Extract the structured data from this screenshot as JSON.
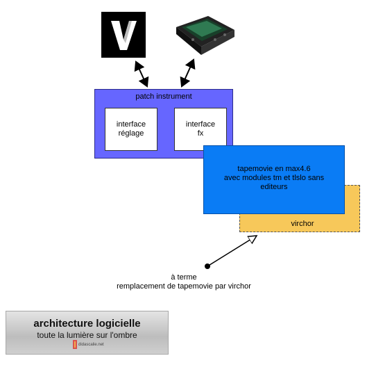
{
  "patch_box": {
    "title": "patch instrument",
    "modules": [
      "interface\nréglage",
      "interface\nfx"
    ]
  },
  "tapemovie_box": {
    "label": "tapemovie en max4.6\navec modules tm et tlslo sans\nediteurs"
  },
  "virchor_box": {
    "label": "virchor"
  },
  "note": "à terme\nremplacement de tapemovie par virchor",
  "banner": {
    "title": "architecture logicielle",
    "subtitle": "toute la lumière sur l'ombre",
    "brand": "didascalie.net"
  },
  "icons": [
    "v-logo-icon",
    "controller-device-icon"
  ],
  "colors": {
    "patch": "#6666ff",
    "tapemovie": "#0a7cf5",
    "virchor": "#f7c85a"
  }
}
